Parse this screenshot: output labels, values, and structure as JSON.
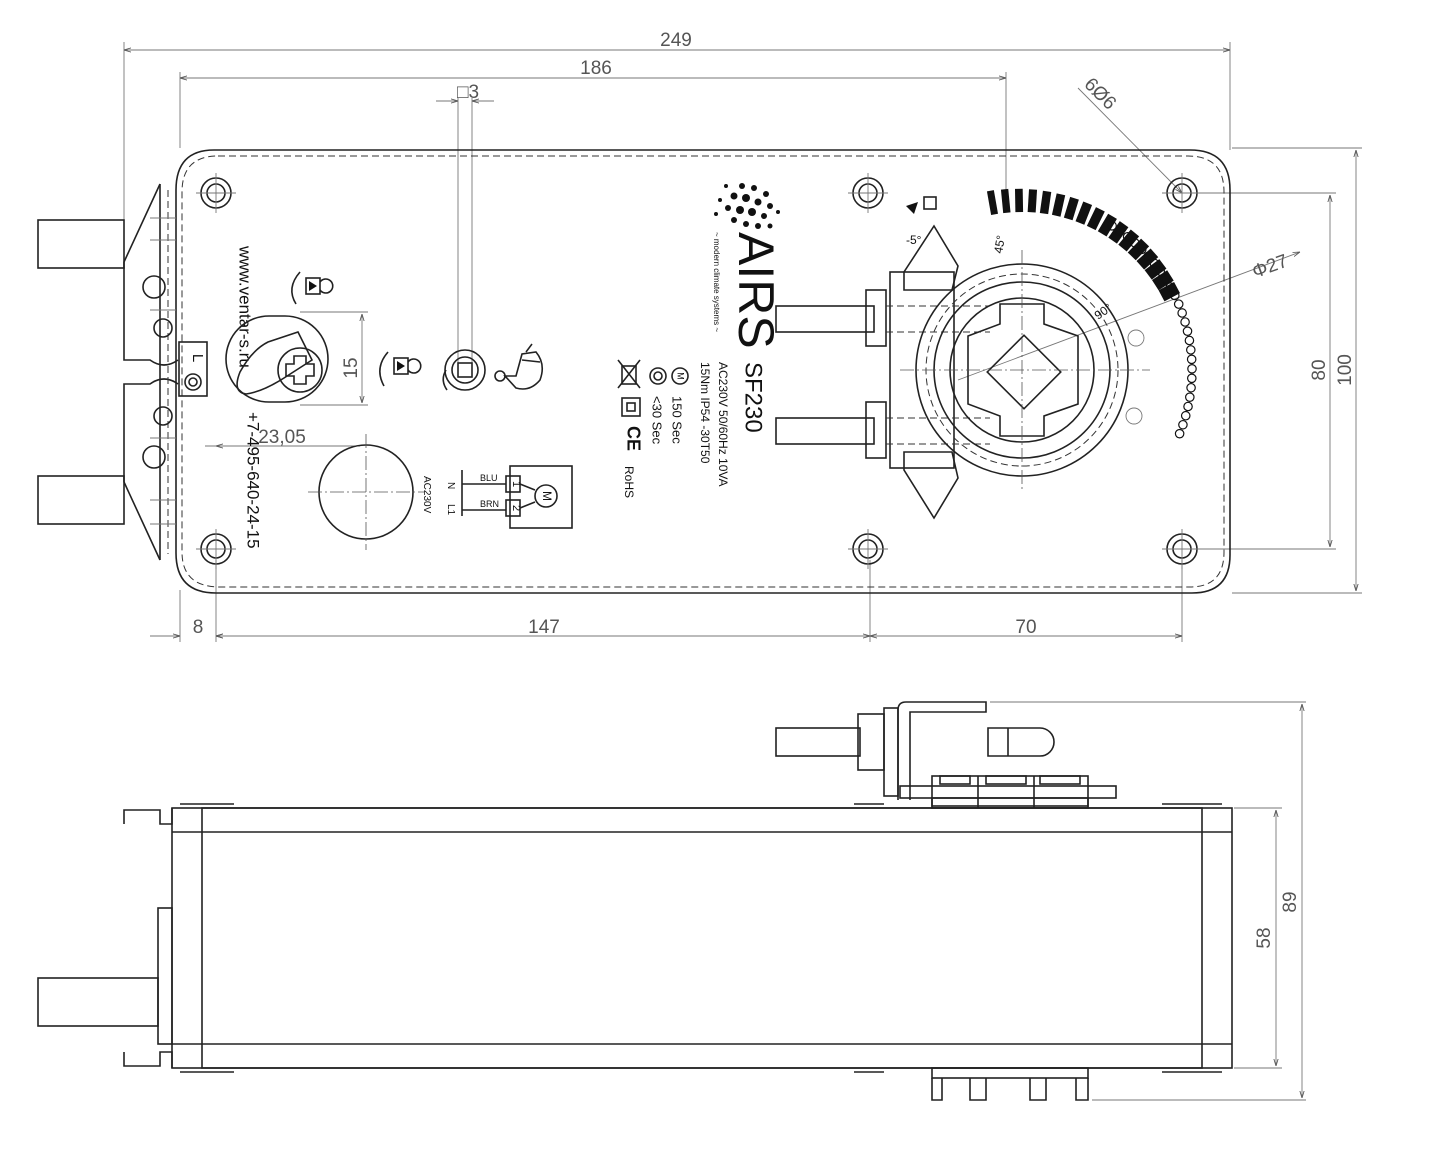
{
  "dimensions": {
    "overall_length": "249",
    "mount_span": "186",
    "shaft_square": "□3",
    "hole_spec": "6Ø6",
    "shaft_diameter": "Φ27",
    "hole_spacing_v": "80",
    "overall_width": "100",
    "handle_height": "15",
    "handle_offset": "23,05",
    "edge_offset": "8",
    "hole_to_hole": "147",
    "hole_to_center": "70",
    "height_total": "89",
    "height_body": "58"
  },
  "labels": {
    "website": "www.ventar-s.ru",
    "phone": "+7-495-640-24-15",
    "model": "SF230",
    "spec_power": "AC230V 50/60Hz 10VA",
    "spec_torque": "15Nm  IP54  -30T50",
    "spec_motor_time": "150 Sec",
    "spec_spring_time": "<30 Sec",
    "cert_ce": "CE",
    "cert_rohs": "RoHS",
    "brand": "AIRS",
    "brand_tagline": "~ modern climate systems ~",
    "scale_minus5": "-5°",
    "scale_45": "45°",
    "scale_90": "90°",
    "switch_label": "L",
    "wire_blu": "BLU",
    "wire_brn": "BRN",
    "wire_n": "N",
    "wire_l1": "L1",
    "term_1": "1",
    "term_2": "2",
    "motor_symbol": "M",
    "voltage": "AC230V"
  }
}
